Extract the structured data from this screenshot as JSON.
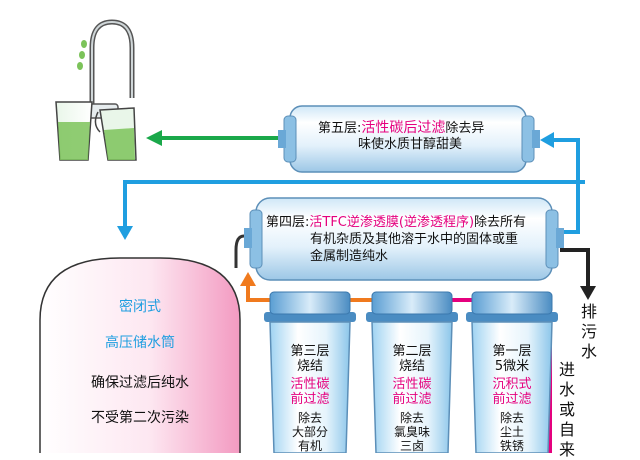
{
  "stage5": {
    "prefix": "第五层:",
    "name": "活性碳后过滤",
    "desc_line1": "除去异",
    "desc_line2": "味使水质甘醇甜美"
  },
  "stage4": {
    "prefix": "第四层:",
    "name": "活TFC逆渗透膜(逆渗透程序)",
    "desc_line1": "除去所有",
    "desc_line2": "有机杂质及其他溶于水中的固体或重",
    "desc_line3": "金属制造纯水"
  },
  "stage3": {
    "title1": "第三层",
    "title2": "烧结",
    "sub1": "活性碳",
    "sub2": "前过滤",
    "d1": "除去",
    "d2": "大部分",
    "d3": "有机"
  },
  "stage2": {
    "title1": "第二层",
    "title2": "烧结",
    "sub1": "活性碳",
    "sub2": "前过滤",
    "d1": "除去",
    "d2": "氯臭味",
    "d3": "三卤"
  },
  "stage1": {
    "title1": "第一层",
    "title2": "5微米",
    "sub1": "沉积式",
    "sub2": "前过滤",
    "d1": "除去",
    "d2": "尘土",
    "d3": "铁锈"
  },
  "tank": {
    "line1": "密闭式",
    "line2": "高压储水筒",
    "line3": "确保过滤后纯水",
    "line4": "不受第二次污染"
  },
  "drain_label": [
    "排",
    "污",
    "水"
  ],
  "inlet_label": [
    "进",
    "水",
    "或",
    "自",
    "来"
  ],
  "colors": {
    "green_arrow": "#1aa84a",
    "blue_flow": "#1f9ee0",
    "orange_flow": "#f07a1e",
    "magenta_flow": "#e5007e",
    "pink_tank": "#f4a7c8",
    "accent_text": "#e5007e"
  }
}
